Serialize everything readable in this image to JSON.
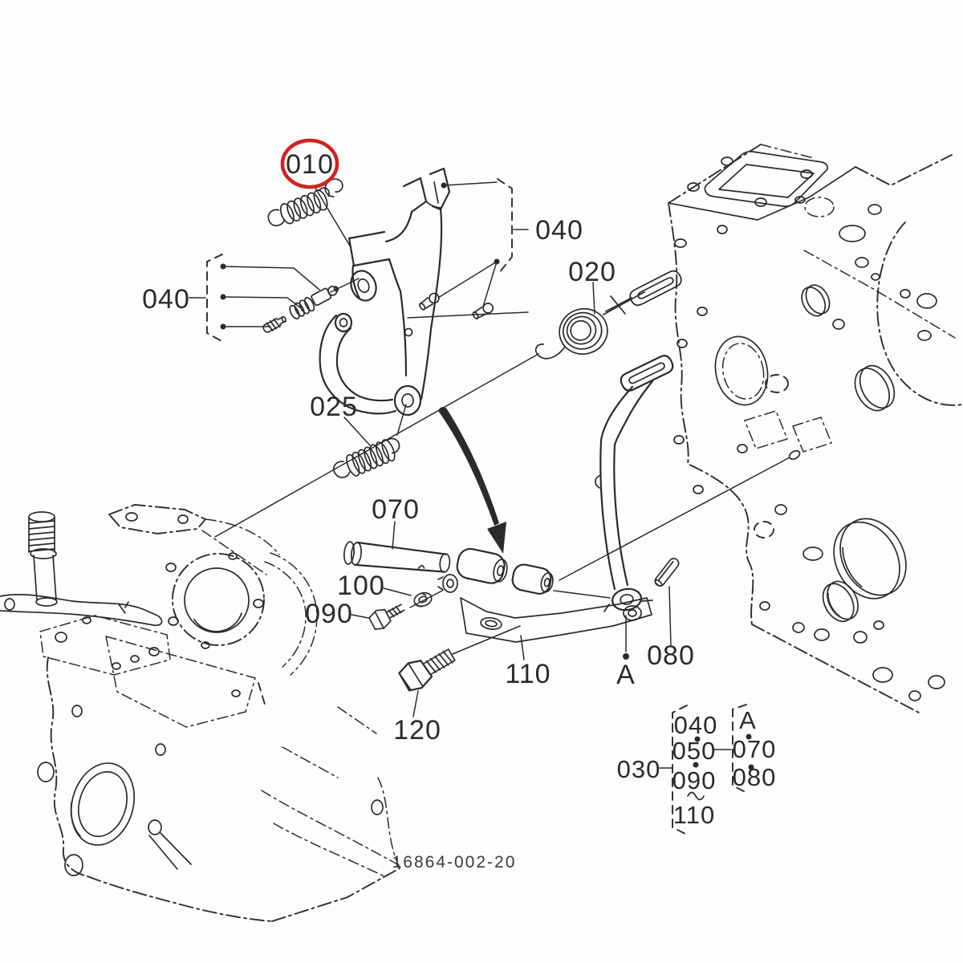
{
  "diagram": {
    "kind": "exploded-parts-diagram",
    "drawing_number": "16864-002-20",
    "highlighted_part": "010",
    "highlight_color": "#d32121",
    "line_color": "#2b2b2b",
    "labels": {
      "p010": "010",
      "p020": "020",
      "p025": "025",
      "p040_left": "040",
      "p040_right": "040",
      "p070": "070",
      "p080": "080",
      "p090": "090",
      "p100": "100",
      "p110": "110",
      "p120": "120",
      "ref_a": "A"
    },
    "legend": {
      "root": "030",
      "column1": [
        "040",
        "050",
        "090",
        "110"
      ],
      "column2": [
        "A",
        "070",
        "080"
      ]
    }
  }
}
